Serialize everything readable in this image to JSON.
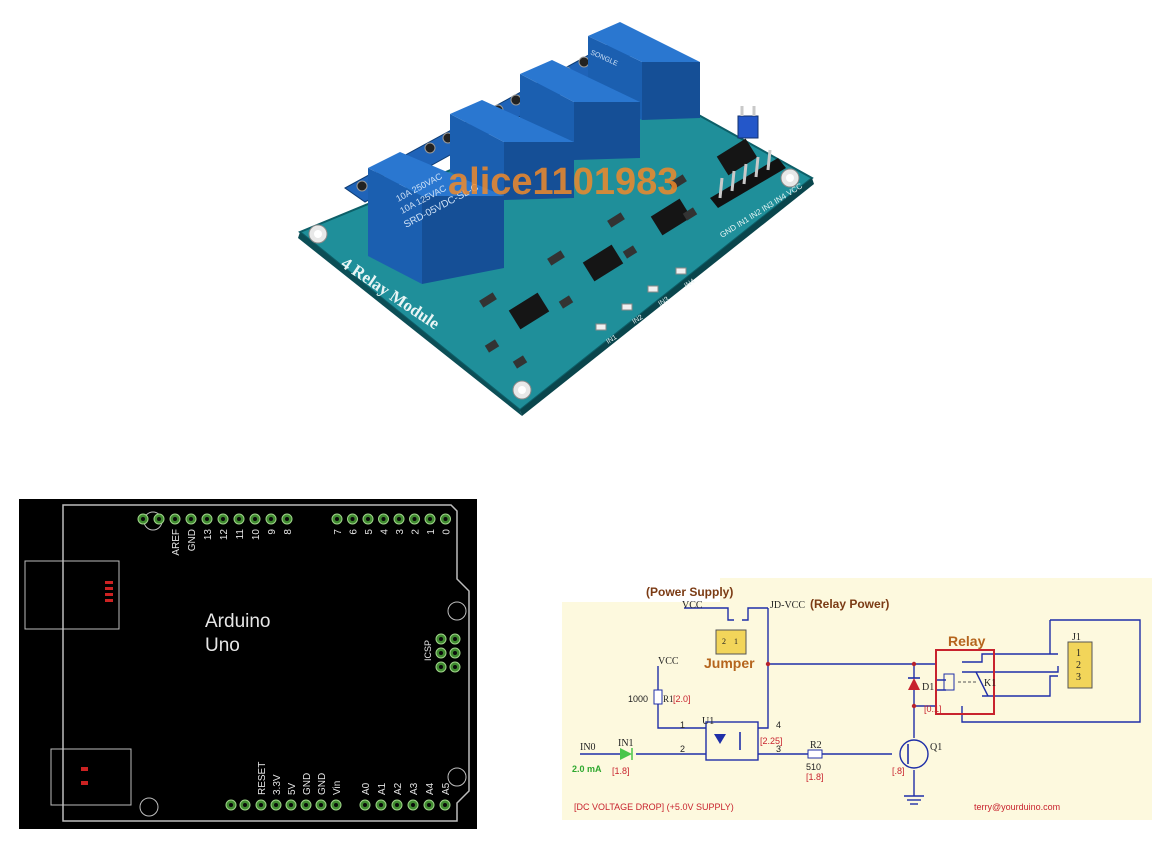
{
  "relay_module": {
    "board_label": "4 Relay Module",
    "watermark": "alice1101983",
    "relay_text_lines": [
      "10A 250VAC",
      "10A 125VAC",
      "SRD-05VDC-SL-C"
    ],
    "relay_brand": "SONGLE",
    "pin_labels": "GND IN1 IN2 IN3 IN4 VCC",
    "leds": [
      "IN1",
      "IN2",
      "IN3",
      "IN4"
    ]
  },
  "arduino": {
    "title_line1": "Arduino",
    "title_line2": "Uno",
    "icsp_label": "ICSP",
    "top_pins": [
      "AREF",
      "GND",
      "13",
      "12",
      "11",
      "10",
      "9",
      "8",
      "7",
      "6",
      "5",
      "4",
      "3",
      "2",
      "1",
      "0"
    ],
    "bottom_pins": [
      "RESET",
      "3.3V",
      "5V",
      "GND",
      "GND",
      "Vin",
      "A0",
      "A1",
      "A2",
      "A3",
      "A4",
      "A5"
    ]
  },
  "schematic": {
    "power_supply": "(Power Supply)",
    "vcc_top": "VCC",
    "jd_vcc": "JD-VCC",
    "relay_power": "(Relay Power)",
    "jumper": "Jumper",
    "jumper_pins": [
      "2",
      "1"
    ],
    "relay": "Relay",
    "vcc_r1": "VCC",
    "r1_value": "1000",
    "r1_name": "R1",
    "r1_drop": "[2.0]",
    "u1": "U1",
    "u1_pins": [
      "1",
      "2",
      "3",
      "4"
    ],
    "u1_drop": "[2.25]",
    "in0": "IN0",
    "in1": "IN1",
    "in_current": "2.0 mA",
    "in1_drop": "[1.8]",
    "r2_name": "R2",
    "r2_value": "510",
    "r2_drop": "[1.8]",
    "q1": "Q1",
    "q1_drop": "[.8]",
    "d1": "D1",
    "d1_drop": "[0.1]",
    "k1": "K1",
    "j1": "J1",
    "j1_pins": [
      "1",
      "2",
      "3"
    ],
    "footer_left": "[DC VOLTAGE DROP]  (+5.0V SUPPLY)",
    "footer_right": "terry@yourduino.com"
  }
}
